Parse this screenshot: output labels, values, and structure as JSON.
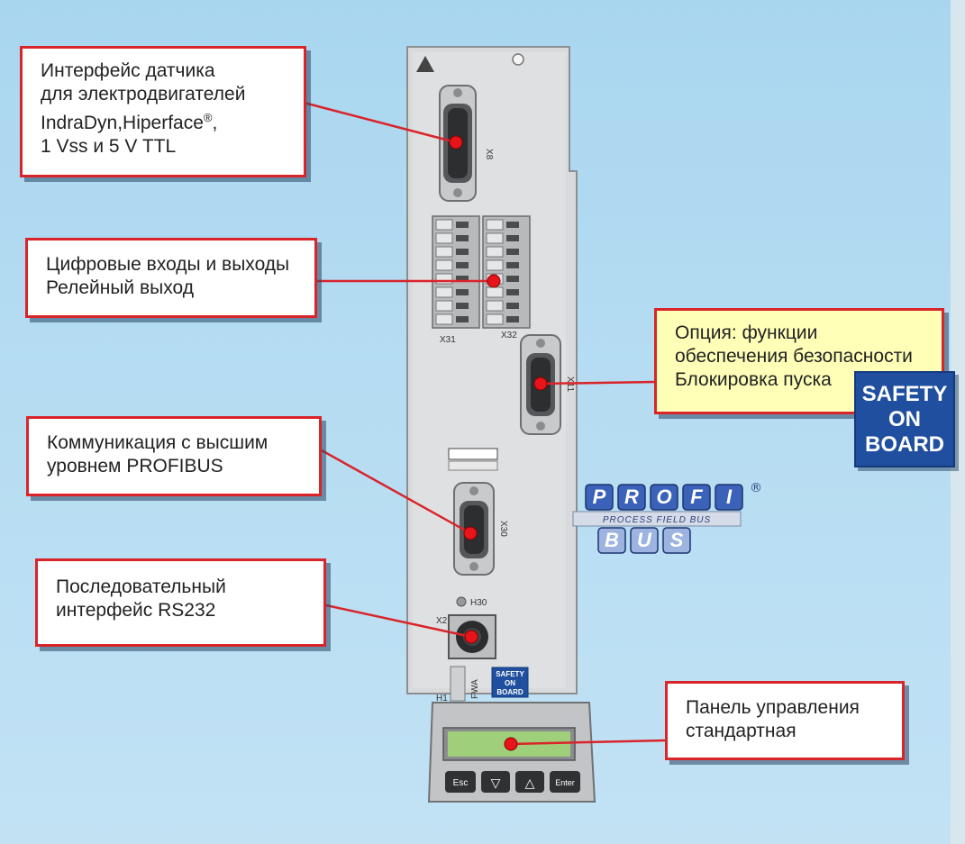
{
  "callouts": {
    "encoder": {
      "lines": [
        "Интерфейс датчика",
        "для электродвигателей",
        "IndraDyn,Hiperface",
        "1 Vss и 5 V TTL"
      ],
      "reg_mark": "®",
      "comma": ","
    },
    "digital_io": {
      "lines": [
        "Цифровые входы и выходы",
        "Релейный выход"
      ]
    },
    "safety": {
      "lines": [
        "Опция: функции",
        "обеспечения безопасности",
        "Блокировка пуска"
      ]
    },
    "profibus": {
      "lines": [
        "Коммуникация с высшим",
        "уровнем PROFIBUS"
      ]
    },
    "rs232": {
      "lines": [
        "Последовательный",
        "интерфейс RS232"
      ]
    },
    "panel": {
      "lines": [
        "Панель управления",
        "стандартная"
      ]
    }
  },
  "safety_badge": {
    "lines": [
      "SAFETY",
      "ON",
      "BOARD"
    ]
  },
  "device": {
    "connector_labels": {
      "x8": "X8",
      "x31": "X31",
      "x32": "X32",
      "x11": "X11",
      "x30": "X30",
      "x2": "X2",
      "h30": "H30",
      "h1": "H1",
      "fwa": "FWA"
    },
    "mini_badge": [
      "SAFETY",
      "ON",
      "BOARD"
    ],
    "buttons": {
      "esc": "Esc",
      "down": "▽",
      "up": "△",
      "enter": "Enter"
    }
  },
  "profibus_logo": {
    "top": "PROFI",
    "band": "PROCESS FIELD BUS",
    "bottom": "BUS",
    "reg": "®"
  },
  "colors": {
    "callout_border": "#d9242a",
    "pointer_dot": "#e8141c",
    "badge_blue": "#1f4f9e",
    "yellow_box": "#ffffb8",
    "background": "#b5dcf2"
  }
}
